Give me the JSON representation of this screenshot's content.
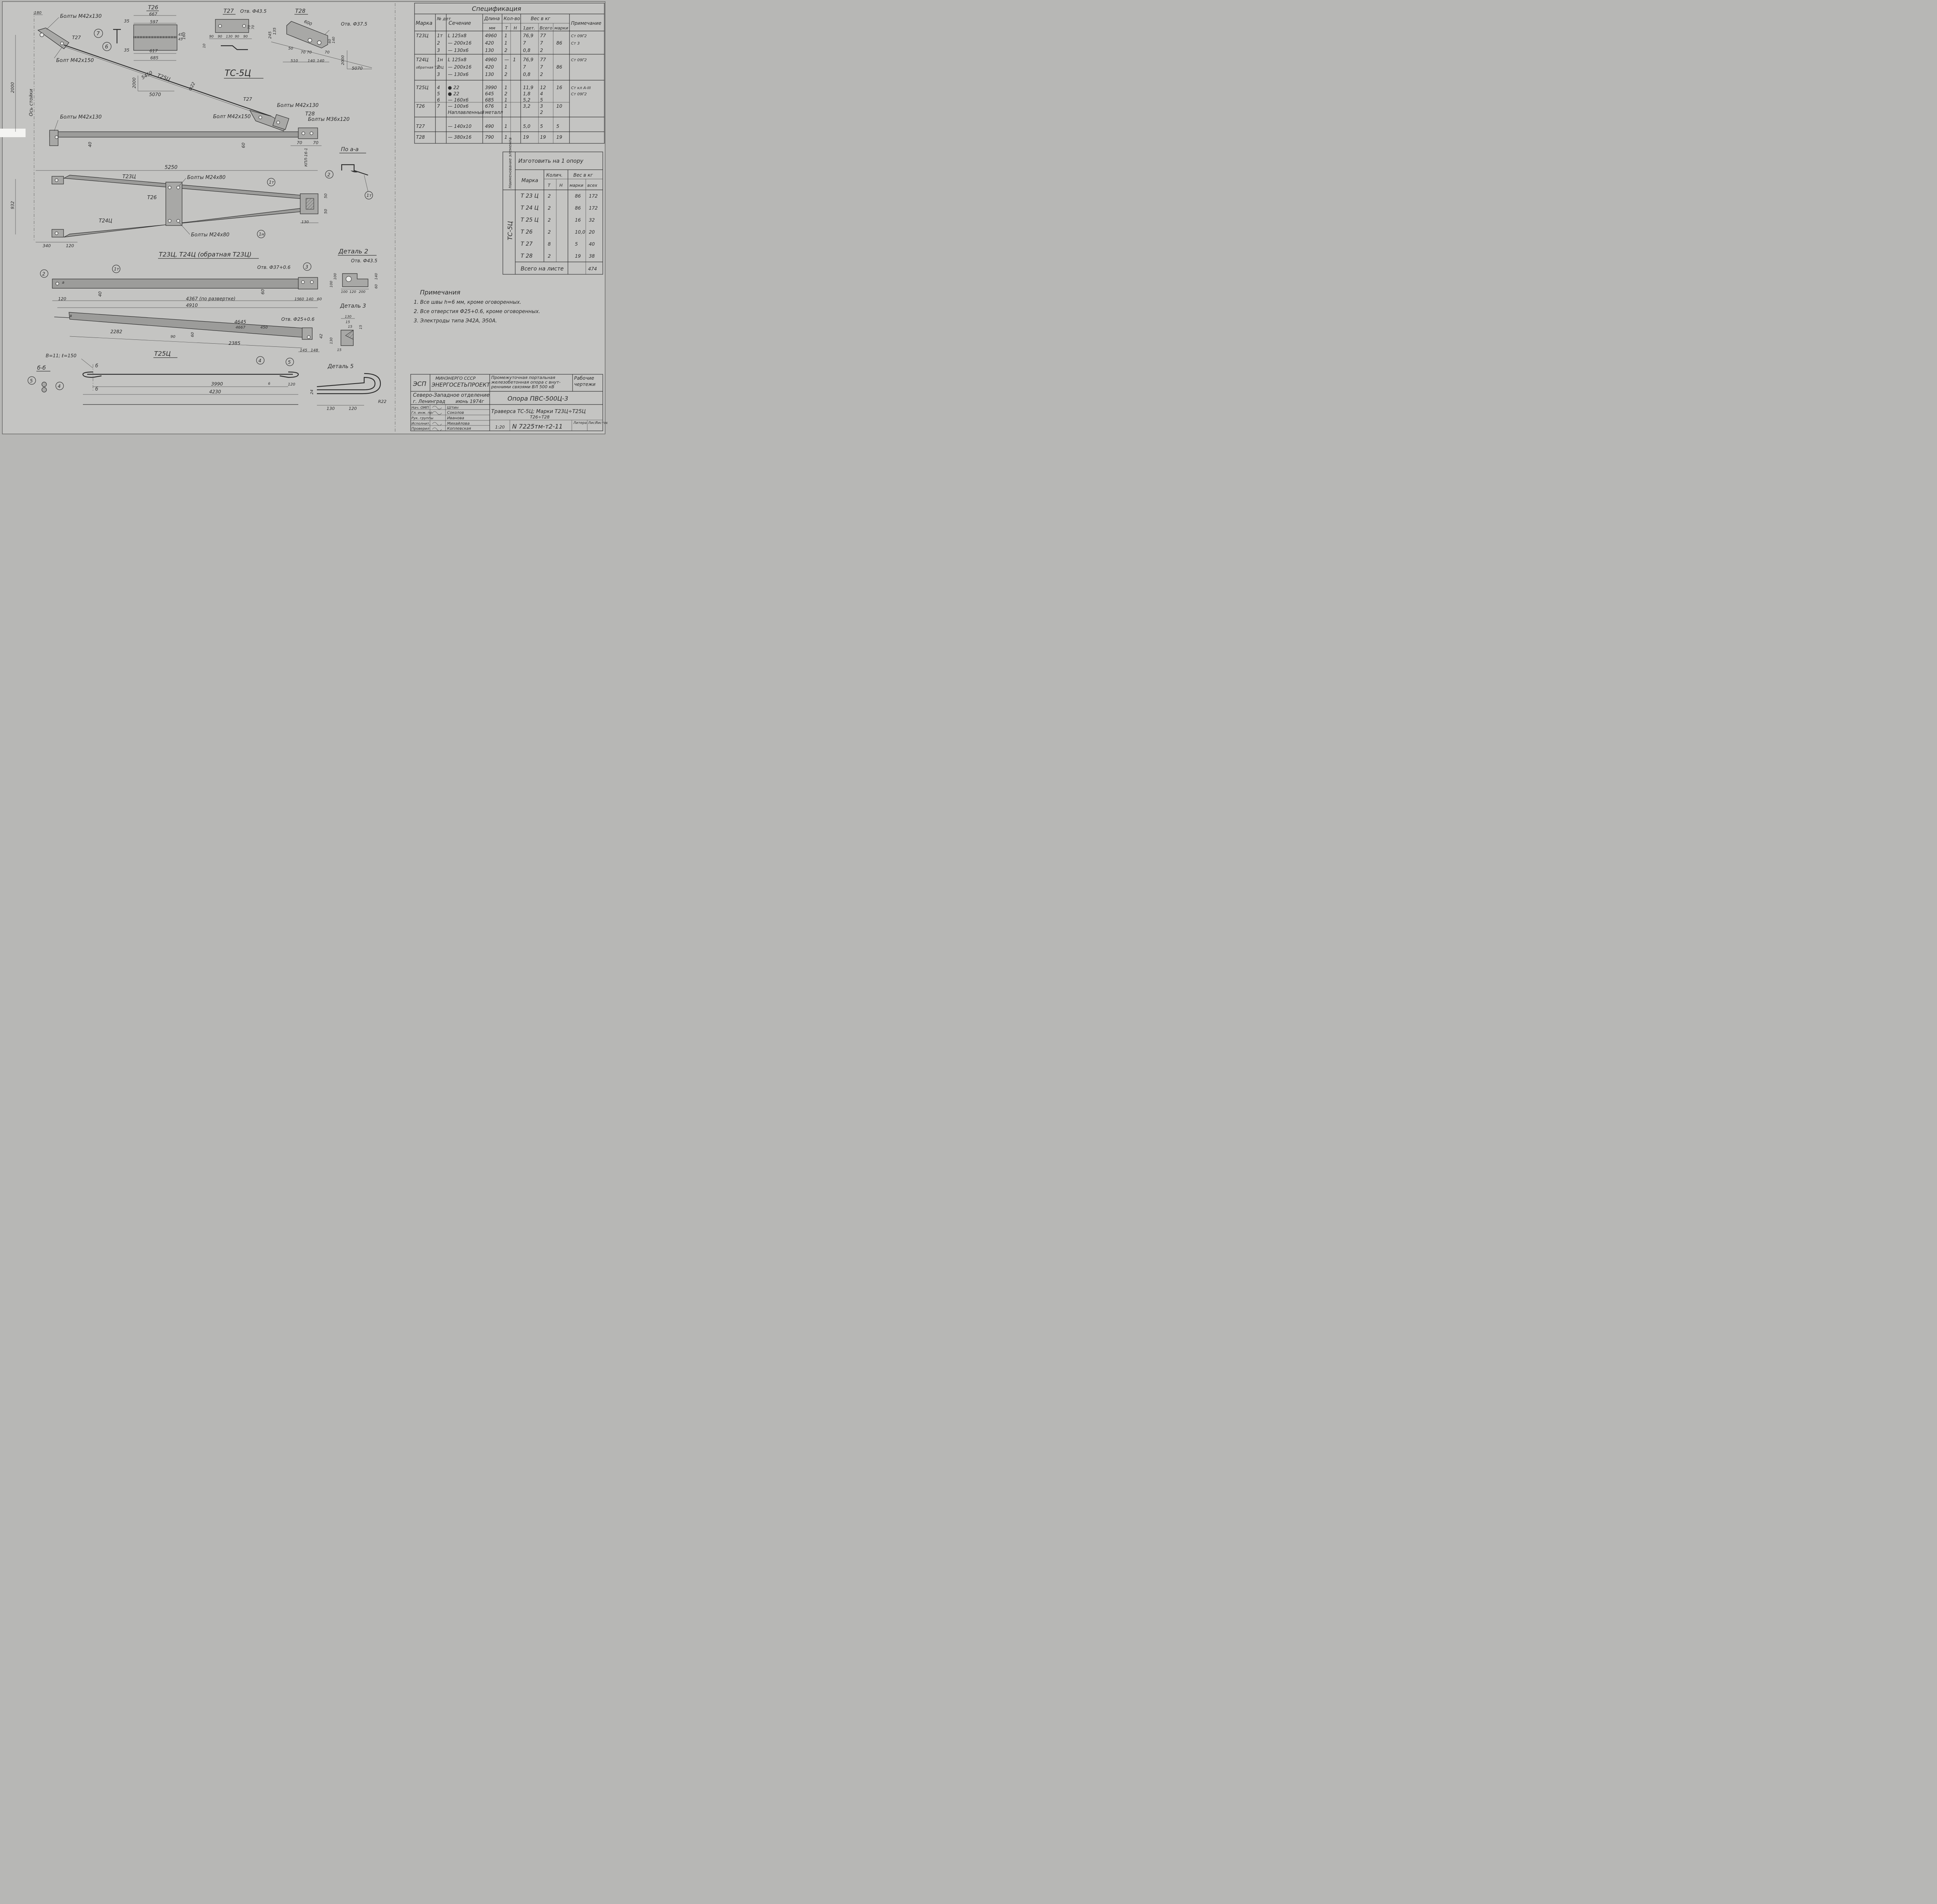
{
  "title": "ТС-5Ц",
  "views": {
    "main": {
      "bolts_tl": "Болты М42х130",
      "bolt_tl": "Болт М42х150",
      "t27a": "Т27",
      "t25": "Т25Ц",
      "phi22": "Ф22",
      "d2000a": "2000",
      "d5450": "5450",
      "d5070": "5070",
      "d2000v": "2000",
      "axis_label": "Ось стойки",
      "d180": "180",
      "bolts_l": "Болты М42х130",
      "t27b": "Т27",
      "bolts_r": "Болты М42х130",
      "bolt_r": "Болт М42х150",
      "t28": "Т28",
      "bolts_m36": "Болты М36х120",
      "d40": "40",
      "d60": "60",
      "d70a": "70",
      "d70b": "70",
      "kpl": "КПЛ-16-1"
    },
    "t26": {
      "label": "Т26",
      "d667": "667",
      "d597": "597",
      "d35a": "35",
      "d35b": "35",
      "d617": "617",
      "d685": "685",
      "d45a": "45",
      "d45b": "45",
      "d160": "160",
      "c7": "7",
      "c6": "6"
    },
    "t27": {
      "label": "Т27",
      "hole": "Отв. Ф43.5",
      "dims": [
        "90",
        "90",
        "130",
        "90",
        "90"
      ],
      "d70": "70",
      "d70b": "70",
      "d10": "10"
    },
    "t28": {
      "label": "Т28",
      "hole": "Отв. Ф37.5",
      "d600": "600",
      "d245": "245",
      "d135": "135",
      "d50": "50",
      "d510": "510",
      "d140a": "140",
      "d140b": "140",
      "d70a": "70",
      "d70b": "70",
      "d70c": "70",
      "d60": "60",
      "d140c": "140",
      "d2000": "2000",
      "d5070": "5070"
    },
    "plan": {
      "d5250": "5250",
      "t23": "Т23Ц",
      "bolts_top": "Болты М24х80",
      "t26": "Т26",
      "c1t": "1т",
      "d932": "932",
      "t24": "Т24Ц",
      "c1h": "1н",
      "bolts_bot": "Болты М24х80",
      "d340": "340",
      "d120": "120",
      "d50a": "50",
      "d50b": "50",
      "d130": "130"
    },
    "section_aa": {
      "label": "По а-а",
      "c2": "2",
      "c1t": "1т"
    },
    "t23": {
      "label": "Т23Ц, Т24Ц (обратная Т23Ц)",
      "hole": "Отв. Ф37+0.6",
      "c3": "3",
      "c2": "2",
      "c1t": "1т",
      "a_mark": "а",
      "d40": "40",
      "d60": "60",
      "d120": "120",
      "d4367": "4367 (по развертке)",
      "d4910": "4910",
      "d15": "15",
      "d60b": "60",
      "d140": "140",
      "d60c": "60"
    },
    "t25": {
      "label": "Т25Ц",
      "b_mark": "в",
      "d4645": "4645",
      "d4667": "4667",
      "d450": "450",
      "d2282": "2282",
      "d90": "90",
      "d60": "60",
      "hole": "Отв. Ф25+0.6",
      "d42": "42",
      "d2385": "2385",
      "d145": "145",
      "d148": "148"
    },
    "detail2": {
      "label": "Деталь 2",
      "hole": "Отв. Ф43.5",
      "d100a": "100",
      "d100b": "100",
      "d100c": "100",
      "d120": "120",
      "d200": "200",
      "d140": "140",
      "d60": "60"
    },
    "detail3": {
      "label": "Деталь 3",
      "d130": "130",
      "d15a": "15",
      "d15b": "15",
      "d15c": "15",
      "d130v": "130",
      "d15d": "15"
    },
    "rod": {
      "section": "б-б",
      "bl": "В=11; ℓ=150",
      "b_top": "б",
      "b_bot": "б",
      "c4": "4",
      "c5": "5",
      "d3990": "3990",
      "d4230": "4230",
      "d120": "120",
      "d6": "6",
      "c5s": "5",
      "c4s": "4"
    },
    "detail5": {
      "label": "Деталь 5",
      "d24": "24",
      "d130": "130",
      "d120": "120",
      "r22": "R22"
    }
  },
  "spec": {
    "title": "Спецификация",
    "headers": {
      "mark": "Марка",
      "det": "№ дет",
      "section": "Сечение",
      "length": "Длина",
      "mm": "мм",
      "qty": "Кол-во",
      "t": "Т",
      "n": "Н",
      "weight": "Вес в кг",
      "w1": "1дет.",
      "wall": "Всего",
      "wm": "марки",
      "note": "Примечание"
    },
    "rows": [
      [
        "Т23Ц",
        "1т",
        "L 125х8",
        "4960",
        "1",
        "",
        "76,9",
        "77",
        "",
        "Ст 09Г2"
      ],
      [
        "",
        "2",
        "— 200х16",
        "420",
        "1",
        "",
        "7",
        "7",
        "86",
        "Ст 3"
      ],
      [
        "",
        "3",
        "— 130х6",
        "130",
        "2",
        "",
        "0,8",
        "2",
        "",
        ""
      ],
      [
        "Т24Ц",
        "1н",
        "L 125х8",
        "4960",
        "—",
        "1",
        "76,9",
        "77",
        "",
        "Ст 09Г2"
      ],
      [
        "обратная Т23Ц",
        "2",
        "— 200х16",
        "420",
        "1",
        "",
        "7",
        "7",
        "86",
        ""
      ],
      [
        "",
        "3",
        "— 130х6",
        "130",
        "2",
        "",
        "0,8",
        "2",
        "",
        ""
      ],
      [
        "Т25Ц",
        "4",
        "● 22",
        "3990",
        "1",
        "",
        "11,9",
        "12",
        "16",
        "Ст кл А-III"
      ],
      [
        "",
        "5",
        "● 22",
        "645",
        "2",
        "",
        "1,8",
        "4",
        "",
        "Ст 09Г2"
      ],
      [
        "",
        "6",
        "— 160х6",
        "685",
        "1",
        "",
        "5,2",
        "5",
        "",
        ""
      ],
      [
        "Т26",
        "7",
        "— 100х6",
        "676",
        "1",
        "",
        "3,2",
        "3",
        "10",
        ""
      ],
      [
        "",
        "",
        "Наплавленный",
        "металл",
        "",
        "",
        "",
        "2",
        "",
        ""
      ],
      [
        "Т27",
        "",
        "— 140х10",
        "490",
        "1",
        "",
        "5,0",
        "5",
        "5",
        ""
      ],
      [
        "Т28",
        "",
        "— 380х16",
        "790",
        "1",
        "",
        "19",
        "19",
        "19",
        ""
      ]
    ]
  },
  "order": {
    "name_header": "Наименование элемента",
    "title": "Изготовить на 1 опору",
    "mark": "Марка",
    "qty": "Колич.",
    "t": "Т",
    "n": "Н",
    "weight": "Вес в кг",
    "wm": "марки",
    "wall": "всех",
    "element": "ТС-5Ц",
    "rows": [
      [
        "Т 23 Ц",
        "2",
        "",
        "86",
        "172"
      ],
      [
        "Т 24 Ц",
        "2",
        "",
        "86",
        "172"
      ],
      [
        "Т 25 Ц",
        "2",
        "",
        "16",
        "32"
      ],
      [
        "Т 26",
        "2",
        "",
        "10,0",
        "20"
      ],
      [
        "Т 27",
        "8",
        "",
        "5",
        "40"
      ],
      [
        "Т 28",
        "2",
        "",
        "19",
        "38"
      ]
    ],
    "total_label": "Всего на листе",
    "total": "474"
  },
  "notes": {
    "title": "Примечания",
    "items": [
      "1. Все швы h=6 мм, кроме оговоренных.",
      "2. Все отверстия Ф25+0.6, кроме оговоренных.",
      "3. Электроды типа Э42А, Э50А."
    ]
  },
  "stamp": {
    "esp": "ЭСП",
    "ministry": "МИНЭНЕРГО СССР",
    "org": "ЭНЕРГОСЕТЬПРОЕКТ",
    "project": [
      "Промежуточная портальная",
      "железобетонная опора с внут-",
      "ренними связями ВЛ 500 кВ"
    ],
    "stage": [
      "Рабочие",
      "чертежи"
    ],
    "dept": "Северо-Западное отделение",
    "city": "г. Ленинград",
    "date": "июнь 1974г",
    "support": "Опора ПВС-500Ц-3",
    "roles": [
      "Нач. ОМП",
      "Гл. инж. пр.",
      "Рук. группы",
      "Исполнит.",
      "Проверил"
    ],
    "names": [
      "Штин",
      "Соколов",
      "Иванова",
      "Михайлова",
      "Коплевская"
    ],
    "sheet_title": "Траверса ТС-5Ц; Марки Т23Ц÷Т25Ц",
    "sheet_sub": "Т26÷Т28",
    "scale": "1:20",
    "number": "N 7225тм-т2-11",
    "litera": "Литера",
    "list": "Лист",
    "lists": "Листов"
  }
}
